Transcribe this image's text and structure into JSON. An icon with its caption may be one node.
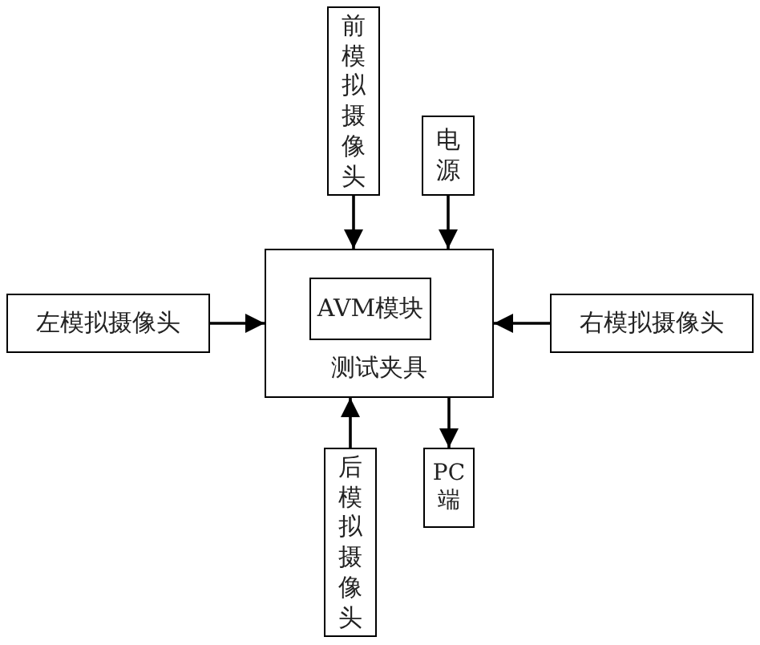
{
  "diagram": {
    "nodes": [
      {
        "text": [
          "前模拟摄像头"
        ]
      },
      {
        "text": [
          "电源"
        ]
      },
      {
        "text": [
          "测试夹具"
        ]
      },
      {
        "text": [
          "AVM模块"
        ],
        "in": 2
      },
      {
        "text": [
          "左模拟摄像头"
        ]
      },
      {
        "text": [
          "右模拟摄像头"
        ]
      },
      {
        "text": [
          "后模拟摄像头"
        ]
      },
      {
        "text": [
          "PC端"
        ]
      }
    ],
    "edges": [
      {
        "from": 0,
        "to": 2,
        "arrow": "to"
      },
      {
        "from": 1,
        "to": 2,
        "arrow": "to"
      },
      {
        "from": 4,
        "to": 2,
        "arrow": "to"
      },
      {
        "from": 5,
        "to": 2,
        "arrow": "to"
      },
      {
        "from": 6,
        "to": 2,
        "arrow": "to"
      },
      {
        "from": 2,
        "to": 7,
        "arrow": "to"
      }
    ]
  }
}
